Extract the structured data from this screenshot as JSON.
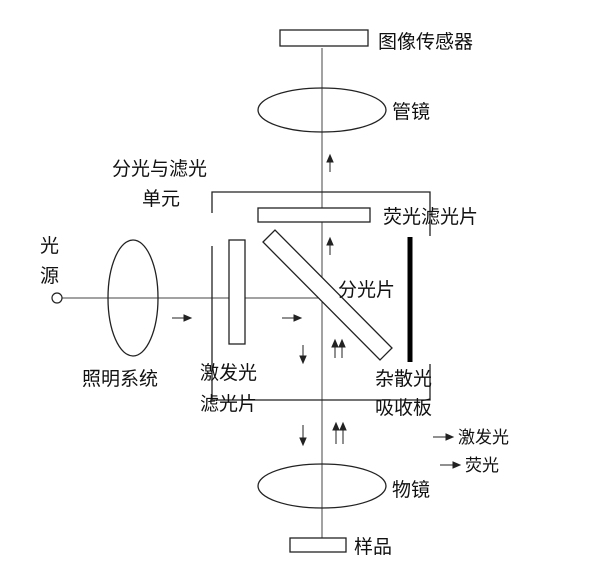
{
  "labels": {
    "image_sensor": "图像传感器",
    "tube_lens": "管镜",
    "filter_unit_line1": "分光与滤光",
    "filter_unit_line2": "单元",
    "emission_filter": "荧光滤光片",
    "source_line1": "光",
    "source_line2": "源",
    "beam_splitter": "分光片",
    "illumination_system": "照明系统",
    "excitation_filter_line1": "激发光",
    "excitation_filter_line2": "滤光片",
    "stray_absorber_line1": "杂散光",
    "stray_absorber_line2": "吸收板",
    "objective": "物镜",
    "sample": "样品"
  },
  "legend": {
    "excitation_light": "激发光",
    "fluorescence": "荧光"
  },
  "colors": {
    "line": "#222222",
    "absorber": "#000000"
  }
}
